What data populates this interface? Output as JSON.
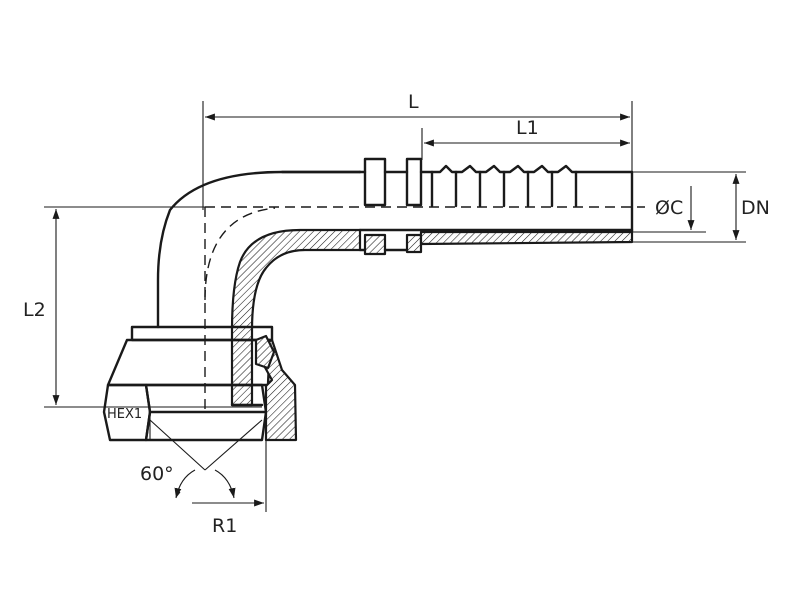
{
  "diagram": {
    "labels": {
      "L": "L",
      "L1": "L1",
      "L2": "L2",
      "OC": "ØC",
      "DN": "DN",
      "HEX1": "HEX1",
      "angle": "60°",
      "R1": "R1"
    }
  }
}
